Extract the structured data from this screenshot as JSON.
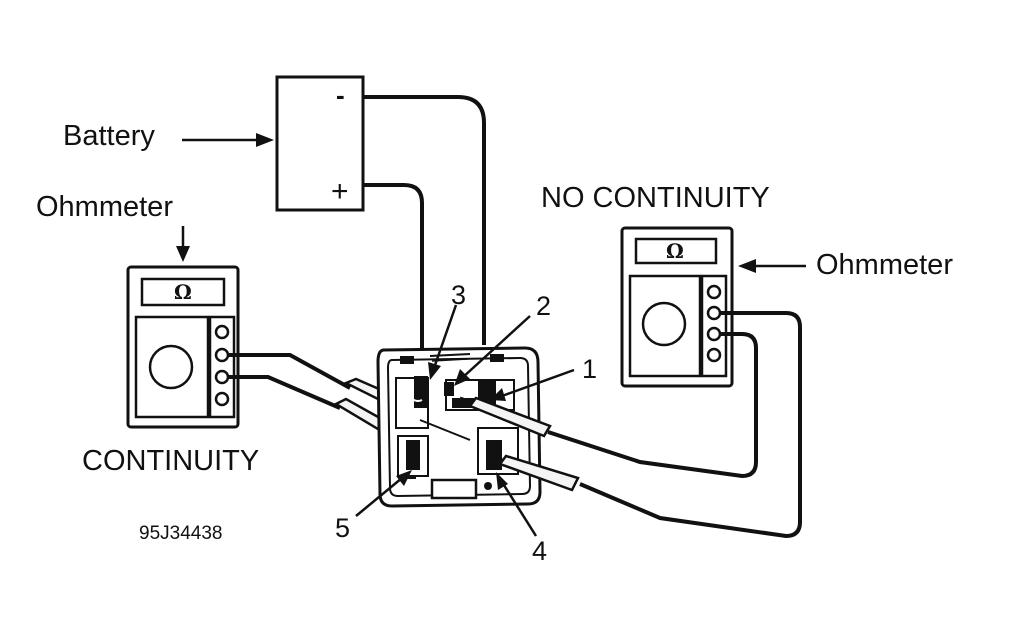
{
  "labels": {
    "battery": "Battery",
    "ohmmeter_left": "Ohmmeter",
    "ohmmeter_right": "Ohmmeter",
    "continuity": "CONTINUITY",
    "no_continuity": "NO CONTINUITY",
    "figure_code": "95J34438"
  },
  "battery_terminals": {
    "negative": "-",
    "positive": "+"
  },
  "meter_symbol": "Ω",
  "terminal_numbers": [
    "1",
    "2",
    "3",
    "4",
    "5"
  ],
  "colors": {
    "ink": "#111111",
    "background": "#ffffff",
    "lead_fill": "#f4f4f4"
  }
}
